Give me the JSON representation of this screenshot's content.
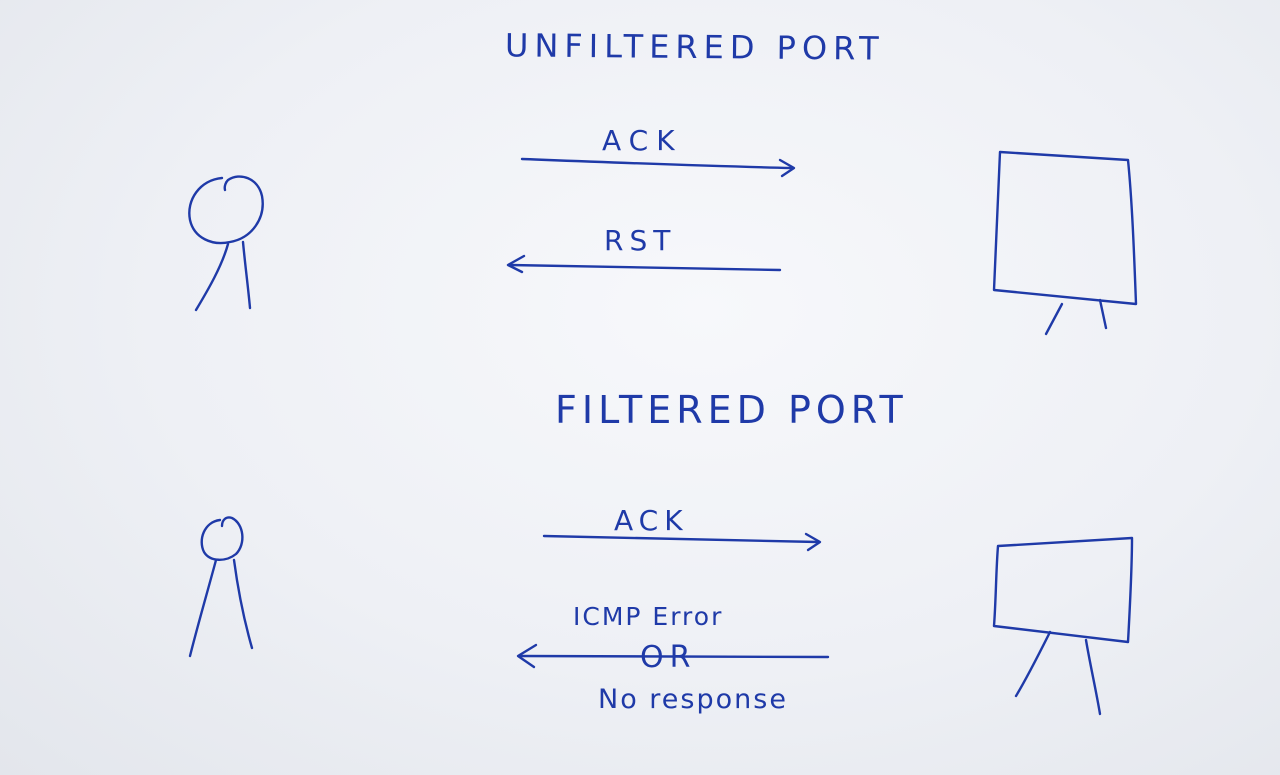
{
  "titles": {
    "unfiltered": "UNFILTERED PORT",
    "filtered": "FILTERED PORT"
  },
  "arrows": {
    "unfiltered_request": "ACK",
    "unfiltered_reply": "RST",
    "filtered_request": "ACK",
    "filtered_reply_line1": "ICMP Error",
    "filtered_reply_or": "OR",
    "filtered_reply_line2": "No response"
  },
  "colors": {
    "ink": "#1f3aa8",
    "paper": "#eef0f5"
  },
  "icons": [
    "person-icon",
    "computer-icon"
  ]
}
